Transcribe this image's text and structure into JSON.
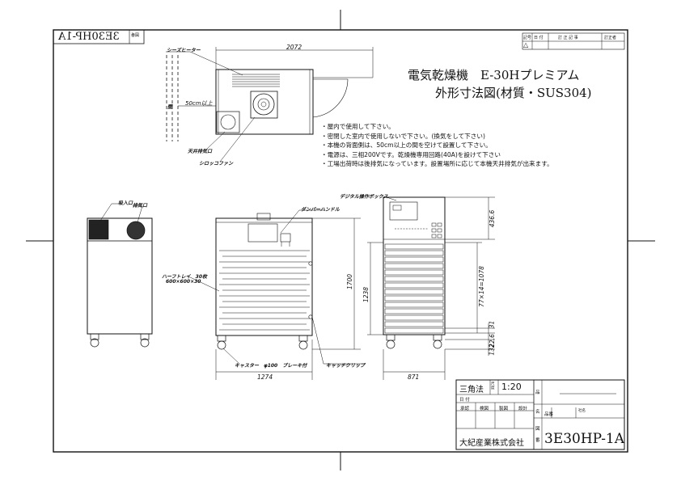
{
  "corner_mark": {
    "drawing_no": "3E30HP-1A",
    "label": "図番"
  },
  "revision_table": {
    "headers": [
      "記号",
      "日 付",
      "訂 正 記 事",
      "訂正者"
    ],
    "first_symbol": "△"
  },
  "title": {
    "line1": "電気乾燥機　E-30Hプレミアム",
    "line2": "外形寸法図(材質・SUS304)"
  },
  "notes": [
    "・屋内で使用して下さい。",
    "・密閉した室内で使用しないで下さい。(換気をして下さい)",
    "・本機の背面側は、50cm以上の間を空けて設置して下さい。",
    "・電源は、三相200Vです。乾燥機専用回路(40A)を設けて下さい",
    "・工場出荷時は後排気になっています。設置場所に応じて本機天井排気が出来ます。"
  ],
  "plan_view": {
    "heater_label": "シーズヒーター",
    "width_dim": "2072",
    "clearance_dim": "50cm以上",
    "wall_label": "壁",
    "ceiling_exhaust_label": "天井排気口",
    "fan_label": "シロッコファン"
  },
  "side_view": {
    "intake_label": "吸入口",
    "exhaust_label": "排気口"
  },
  "front_view": {
    "damper_label": "ダンパーハンドル",
    "tray_label": "ハーフトレイ　30枚",
    "tray_size": "600×600×30",
    "height_dim": "1700",
    "inner_dim": "1238",
    "caster_label": "キャスター　φ100　ブレーキ付",
    "catch_label": "キャッチクリップ",
    "width_dim": "1274"
  },
  "right_view": {
    "control_box_label": "デジタル操作ボックス",
    "panel_dim": "436.6",
    "pitch_dim": "77×14=1078",
    "dim_31": "31",
    "dim_22": "22.6",
    "dim_132": "132",
    "depth_dim": "871"
  },
  "title_block": {
    "projection": "三角法",
    "scale_label": "尺度",
    "scale": "1:20",
    "date_label": "日 付",
    "roles": [
      "承認",
      "検図",
      "製図",
      "設計"
    ],
    "item_label": "品",
    "name_label": "名",
    "part_label": "品番",
    "company_label": "社名",
    "drawing_label": "図",
    "number_label": "番",
    "company": "大紀産業株式会社",
    "drawing_no": "3E30HP-1A"
  }
}
